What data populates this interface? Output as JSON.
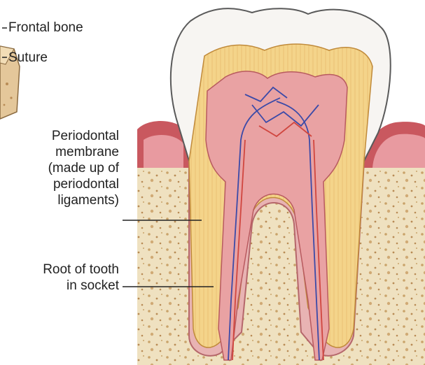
{
  "labels": {
    "frontal_bone": "Frontal bone",
    "suture": "Suture",
    "periodontal": {
      "line1": "Periodontal",
      "line2": "membrane",
      "line3": "(made up of",
      "line4": "periodontal",
      "line5": "ligaments)"
    },
    "root": {
      "line1": "Root of tooth",
      "line2": "in  socket"
    }
  },
  "colors": {
    "enamel": "#f7f5f2",
    "dentin": "#f4d48a",
    "pulp": "#e9a2a3",
    "gum": "#c9585f",
    "bone": "#efe1c0",
    "membrane": "#e8b3b3"
  }
}
